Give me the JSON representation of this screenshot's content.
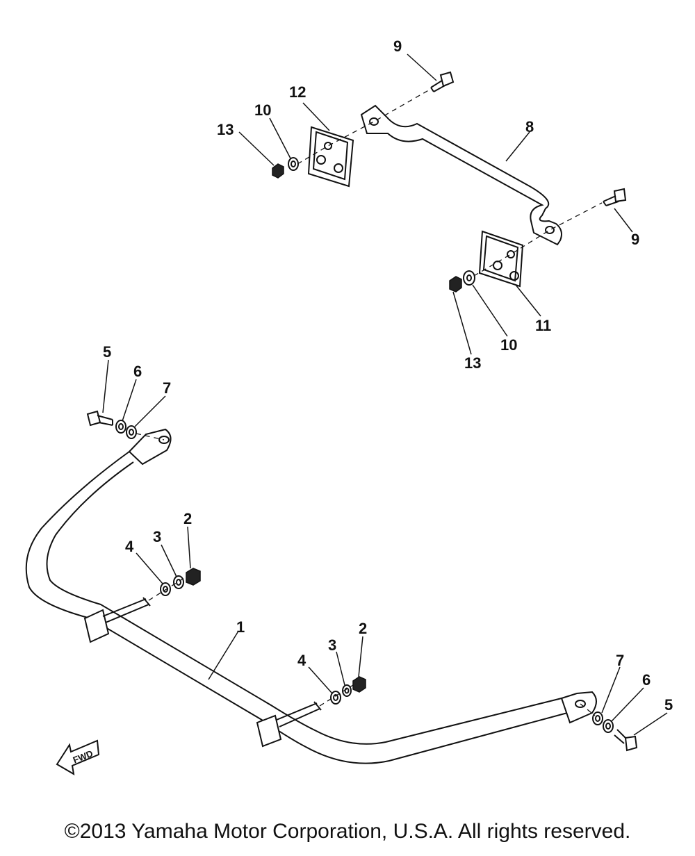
{
  "parts": {
    "p1": "1",
    "p2a": "2",
    "p2b": "2",
    "p3a": "3",
    "p3b": "3",
    "p4a": "4",
    "p4b": "4",
    "p5a": "5",
    "p5b": "5",
    "p6a": "6",
    "p6b": "6",
    "p7a": "7",
    "p7b": "7",
    "p8": "8",
    "p9a": "9",
    "p9b": "9",
    "p10a": "10",
    "p10b": "10",
    "p11": "11",
    "p12": "12",
    "p13a": "13",
    "p13b": "13"
  },
  "fwd_label": "FWD",
  "copyright": "©2013 Yamaha Motor Corporation, U.S.A. All rights reserved."
}
